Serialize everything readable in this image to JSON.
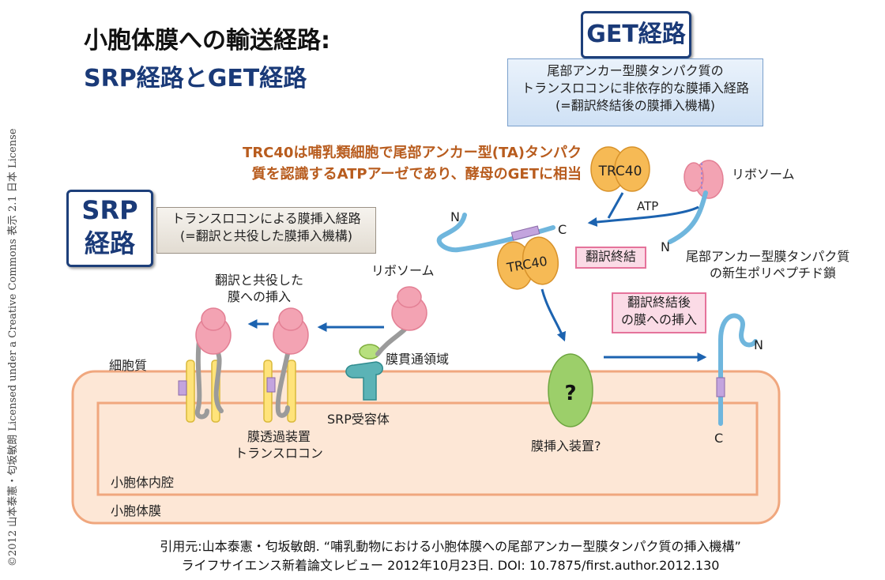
{
  "title": {
    "line1": "小胞体膜への輸送経路:",
    "line2": "SRP経路とGET経路"
  },
  "get_pathway": {
    "badge": "GET経路",
    "desc_line1": "尾部アンカー型膜タンパク質の",
    "desc_line2": "トランスロコンに非依存的な膜挿入経路",
    "desc_line3": "(=翻訳終結後の膜挿入機構)"
  },
  "trc40_note": {
    "line1": "TRC40は哺乳類細胞で尾部アンカー型(TA)タンパク",
    "line2": "質を認識するATPアーゼであり、酵母のGETに相当"
  },
  "srp_pathway": {
    "badge_line1": "SRP",
    "badge_line2": "経路",
    "desc_line1": "トランスロコンによる膜挿入経路",
    "desc_line2": "(=翻訳と共役した膜挿入機構)"
  },
  "labels": {
    "ribosome_right": "リボソーム",
    "ribosome_left": "リボソーム",
    "trc40_top": "TRC40",
    "trc40_mid": "TRC40",
    "atp": "ATP",
    "n_top_left": "N",
    "c_top": "C",
    "n_nascent": "N",
    "translation_end": "翻訳終結",
    "nascent_line1": "尾部アンカー型膜タンパク質",
    "nascent_line2": "の新生ポリペプチド鎖",
    "post_insert_line1": "翻訳終結後",
    "post_insert_line2": "の膜への挿入",
    "cotrans_line1": "翻訳と共役した",
    "cotrans_line2": "膜への挿入",
    "cytoplasm": "細胞質",
    "tm_domain": "膜貫通領域",
    "srp_receptor": "SRP受容体",
    "translocon_line1": "膜透過装置",
    "translocon_line2": "トランスロコン",
    "question": "?",
    "insertase": "膜挿入装置?",
    "n_inserted": "N",
    "c_inserted": "C",
    "er_lumen": "小胞体内腔",
    "er_membrane": "小胞体膜"
  },
  "side_license": "©2012 山本泰憲・匂坂敏朗 Licensed under a Creative Commons 表示 2.1 日本 License",
  "citation": {
    "line1": "引用元:山本泰憲・匂坂敏朗. “哺乳動物における小胞体膜への尾部アンカー型膜タンパク質の挿入機構”",
    "line2": "ライフサイエンス新着論文レビュー 2012年10月23日. DOI: 10.7875/first.author.2012.130"
  },
  "colors": {
    "membrane_fill": "#fde7d6",
    "membrane_stroke": "#f0a77e",
    "ribosome": "#f3a3b3",
    "trc40": "#f6ba55",
    "arrow_blue": "#1c63b0",
    "chain_blue": "#6fb6dd",
    "insertase_green": "#9ccf6a",
    "translocon_yellow": "#ffe37a",
    "tm_purple": "#b99bd3",
    "srp_receptor_teal": "#5bb3b6"
  }
}
